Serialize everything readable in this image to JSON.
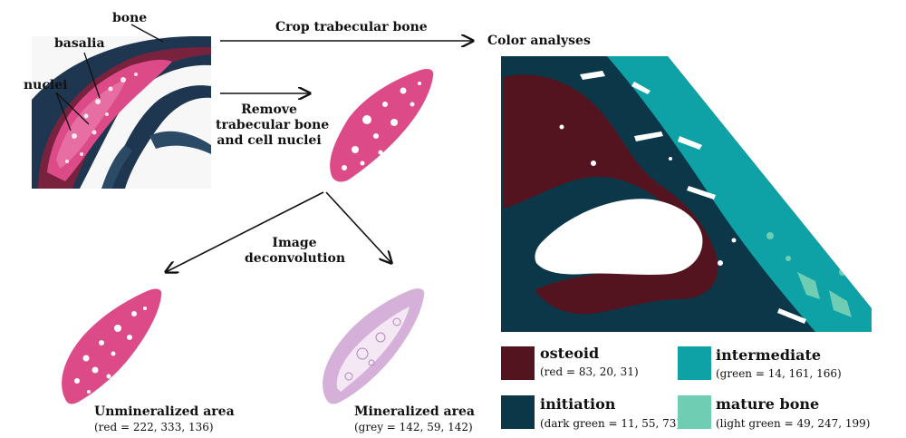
{
  "labels": {
    "bone": "bone",
    "basalia": "basalia",
    "nuclei": "nuclei",
    "crop": "Crop trabecular bone",
    "color_analyses": "Color analyses",
    "remove_line1": "Remove",
    "remove_line2": "trabecular bone",
    "remove_line3": "and cell nuclei",
    "deconv_line1": "Image",
    "deconv_line2": "deconvolution",
    "unmineralized": "Unmineralized  area",
    "unmineralized_value": "(red = 222, 333, 136)",
    "mineralized": "Mineralized area",
    "mineralized_value": "(grey = 142, 59, 142)"
  },
  "legend": [
    {
      "name": "osteoid",
      "value": "(red = 83, 20, 31)",
      "color": "#53141f"
    },
    {
      "name": "intermediate",
      "value": "(green = 14, 161, 166)",
      "color": "#0ea1a6"
    },
    {
      "name": "initiation",
      "value": "(dark green = 11, 55, 73)",
      "color": "#0b3749"
    },
    {
      "name": "mature bone",
      "value": "(light green = 49, 247, 199)",
      "color": "#6fcdb4"
    }
  ],
  "colors": {
    "bone": "#1f3650",
    "bone_red": "#8a1f3b",
    "cartilage": "#dc4b88",
    "cartilage_light": "#ef86b4",
    "mineral": "#c99ad0",
    "osteoid": "#53141f",
    "intermediate": "#0ea1a6",
    "initiation": "#0b3749",
    "mature": "#6fcdb4"
  }
}
